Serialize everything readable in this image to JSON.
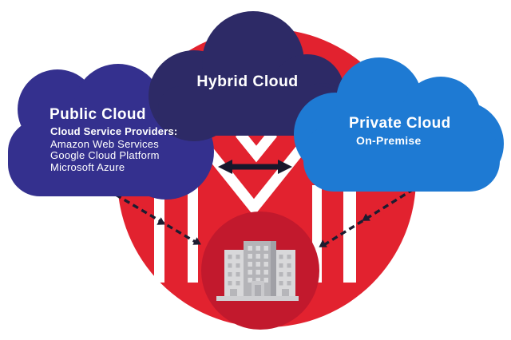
{
  "clouds": {
    "hybrid": {
      "label": "Hybrid Cloud"
    },
    "public": {
      "label": "Public Cloud",
      "subtitle": "Cloud Service Providers:",
      "providers": [
        "Amazon Web Services",
        "Google Cloud Platform",
        "Microsoft Azure"
      ]
    },
    "private": {
      "label": "Private Cloud",
      "subtitle": "On-Premise"
    }
  },
  "colors": {
    "background": "#ffffff",
    "outer_circle_red": "#e2222f",
    "inner_circle_red": "#c2192d",
    "hybrid_cloud_navy": "#2d2a66",
    "public_cloud_indigo": "#34308e",
    "private_cloud_blue": "#1e7ad3",
    "private_cloud_light_lobe": "#4a94d8",
    "connector_dark": "#1c1c30",
    "logo_white": "#ffffff",
    "building_gray": "#b4b4b8",
    "building_light_gray": "#d8d8da"
  },
  "icons": {
    "building": "office-building-icon",
    "exchange_arrow": "double-headed-arrow-icon",
    "public_link": "dashed-arrow-connector",
    "private_link": "dashed-arrow-connector"
  }
}
